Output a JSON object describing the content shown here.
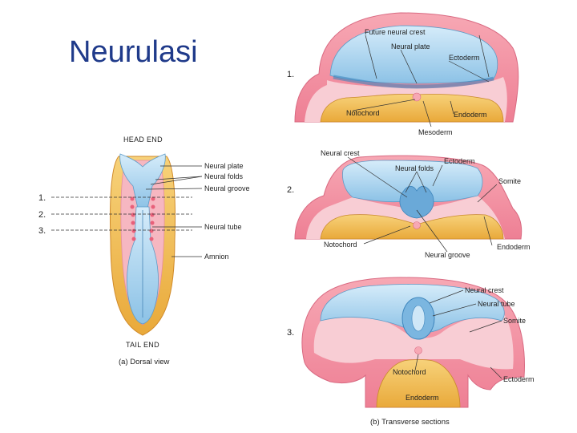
{
  "title": "Neurulasi",
  "dorsal": {
    "head_end": "HEAD END",
    "tail_end": "TAIL END",
    "caption": "(a) Dorsal view",
    "labels": {
      "neural_plate": "Neural plate",
      "neural_folds": "Neural folds",
      "neural_groove": "Neural groove",
      "neural_tube": "Neural tube",
      "amnion": "Amnion"
    },
    "levels": [
      "1.",
      "2.",
      "3."
    ]
  },
  "section1": {
    "number": "1.",
    "future_neural_crest": "Future neural crest",
    "neural_plate": "Neural plate",
    "ectoderm": "Ectoderm",
    "notochord": "Notochord",
    "endoderm": "Endoderm",
    "mesoderm": "Mesoderm"
  },
  "section2": {
    "number": "2.",
    "neural_crest": "Neural crest",
    "neural_folds": "Neural folds",
    "ectoderm": "Ectoderm",
    "somite": "Somite",
    "notochord": "Notochord",
    "neural_groove": "Neural groove",
    "endoderm": "Endoderm"
  },
  "section3": {
    "number": "3.",
    "neural_crest": "Neural crest",
    "neural_tube": "Neural tube",
    "somite": "Somite",
    "notochord": "Notochord",
    "endoderm": "Endoderm",
    "ectoderm": "Ectoderm"
  },
  "transverse_caption": "(b) Transverse sections",
  "colors": {
    "ectoderm_pink": "#f28fa0",
    "mesoderm_pink": "#f7c3cb",
    "neural_blue": "#8fc4e8",
    "endoderm_yellow": "#f2b84b",
    "title_blue": "#1f3a8a"
  }
}
